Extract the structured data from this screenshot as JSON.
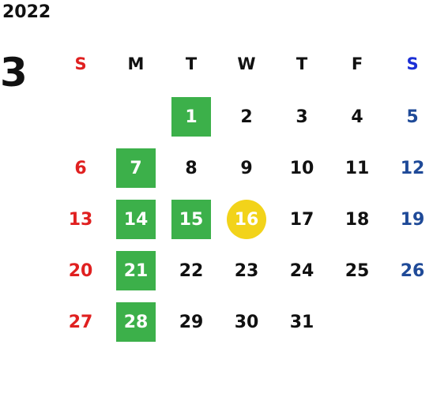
{
  "year": "2022",
  "month": "3",
  "weekday_headers": [
    {
      "label": "S",
      "color": "#e02020"
    },
    {
      "label": "M",
      "color": "#111111"
    },
    {
      "label": "T",
      "color": "#111111"
    },
    {
      "label": "W",
      "color": "#111111"
    },
    {
      "label": "T",
      "color": "#111111"
    },
    {
      "label": "F",
      "color": "#111111"
    },
    {
      "label": "S",
      "color": "#1b2fd6"
    }
  ],
  "weeks": [
    [
      "",
      "",
      "1",
      "2",
      "3",
      "4",
      "5"
    ],
    [
      "6",
      "7",
      "8",
      "9",
      "10",
      "11",
      "12"
    ],
    [
      "13",
      "14",
      "15",
      "16",
      "17",
      "18",
      "19"
    ],
    [
      "20",
      "21",
      "22",
      "23",
      "24",
      "25",
      "26"
    ],
    [
      "27",
      "28",
      "29",
      "30",
      "31",
      "",
      ""
    ]
  ],
  "highlighted_days": [
    "1",
    "7",
    "14",
    "15",
    "21",
    "28"
  ],
  "today": "16",
  "colors": {
    "highlight_green": "#3cb04a",
    "today_yellow": "#f2d31a",
    "sunday_red": "#e02020",
    "saturday_blue": "#1f4a98",
    "saturday_header_blue": "#1b2fd6"
  }
}
